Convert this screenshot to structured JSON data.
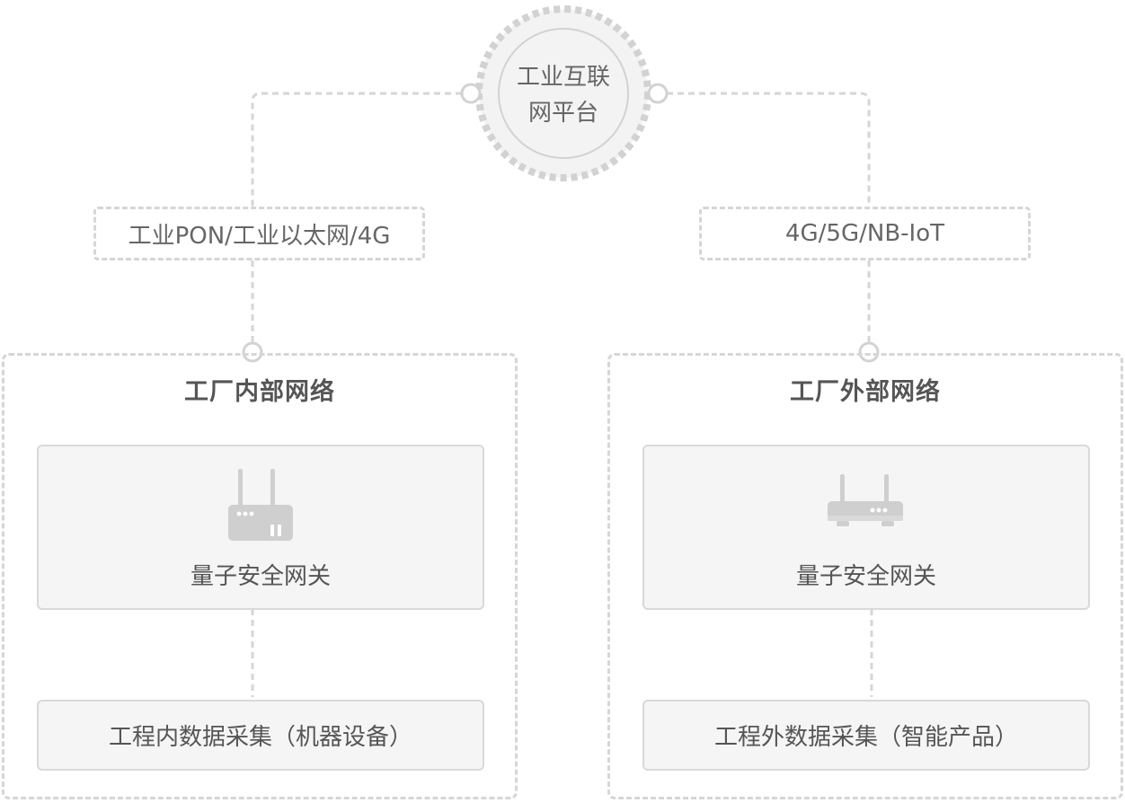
{
  "hub": {
    "line1": "工业互联",
    "line2": "网平台"
  },
  "links": {
    "left_tag": "工业PON/工业以太网/4G",
    "right_tag": "4G/5G/NB-IoT"
  },
  "regions": {
    "internal": {
      "title": "工厂内部网络",
      "gateway_label": "量子安全网关",
      "data_label": "工程内数据采集（机器设备）"
    },
    "external": {
      "title": "工厂外部网络",
      "gateway_label": "量子安全网关",
      "data_label": "工程外数据采集（智能产品）"
    }
  },
  "colors": {
    "line": "#d6d6d6",
    "card_bg": "#f5f5f5",
    "icon": "#cfcfcf",
    "text": "#555555"
  },
  "icons": {
    "hub": "platform-hub-icon",
    "internal_gateway": "router-icon",
    "external_gateway": "router-icon"
  }
}
